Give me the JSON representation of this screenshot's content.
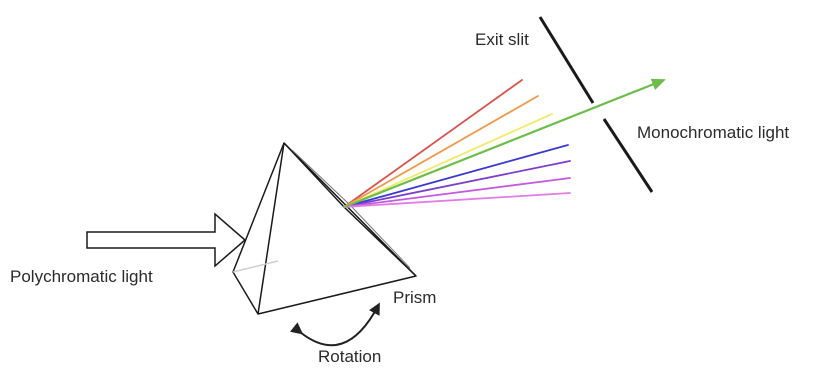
{
  "labels": {
    "exit_slit": "Exit slit",
    "monochromatic": "Monochromatic light",
    "polychromatic": "Polychromatic light",
    "prism": "Prism",
    "rotation": "Rotation"
  },
  "colors": {
    "outline": "#1a1a1a",
    "red": "#d9534f",
    "orange": "#ef9a4a",
    "yellow": "#f2ea6b",
    "green": "#6dbd4b",
    "blue": "#3a3ad0",
    "indigo": "#7b3fc9",
    "violet": "#c35be0",
    "magenta": "#e07be8"
  }
}
